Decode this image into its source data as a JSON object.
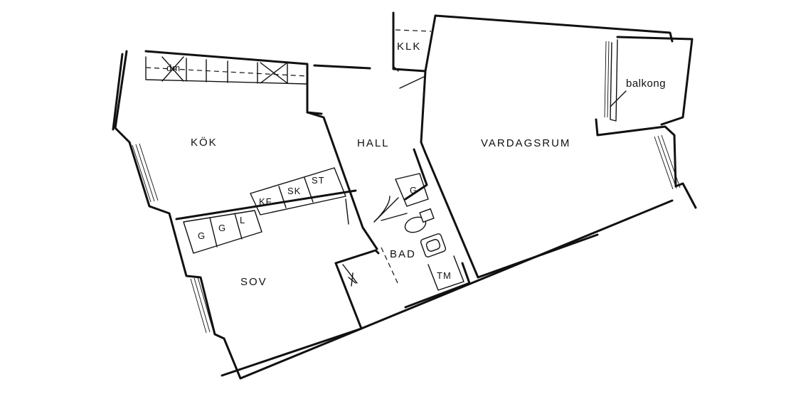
{
  "colors": {
    "ink": "#111111",
    "paper": "#ffffff"
  },
  "rooms": {
    "kok": "KÖK",
    "hall": "HALL",
    "vardagsrum": "VARDAGSRUM",
    "sov": "SOV",
    "bad": "BAD",
    "klk": "KLK",
    "balkong": "balkong"
  },
  "fixtures": {
    "dm": "dm",
    "st": "ST",
    "sk": "SK",
    "kf": "KF",
    "g1": "G",
    "g2": "G",
    "l": "L",
    "g_hall": "G",
    "tm": "TM"
  }
}
